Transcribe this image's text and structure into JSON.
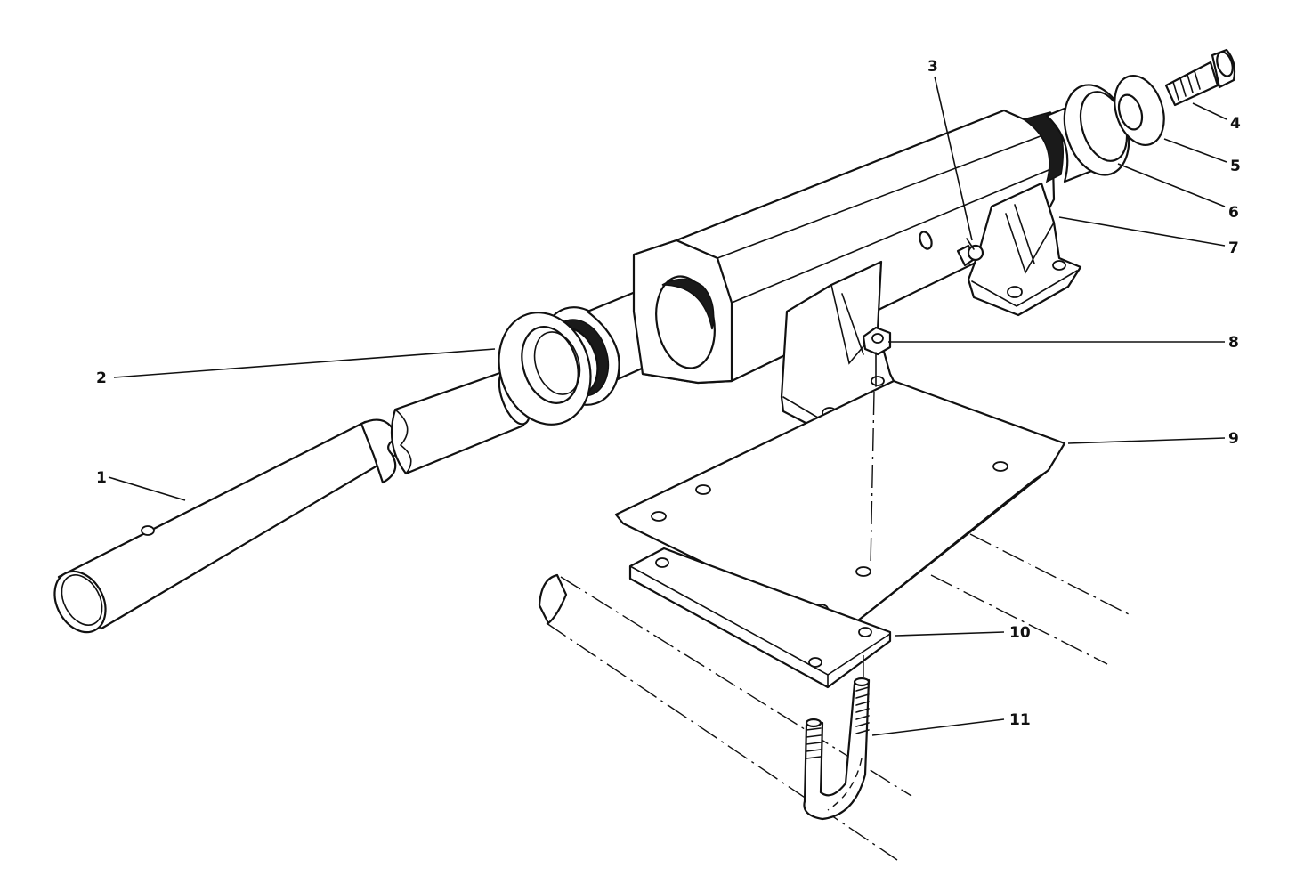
{
  "callouts": [
    {
      "id": "1",
      "text": "1"
    },
    {
      "id": "2",
      "text": "2"
    },
    {
      "id": "3",
      "text": "3"
    },
    {
      "id": "4",
      "text": "4"
    },
    {
      "id": "5",
      "text": "5"
    },
    {
      "id": "6",
      "text": "6"
    },
    {
      "id": "7",
      "text": "7"
    },
    {
      "id": "8",
      "text": "8"
    },
    {
      "id": "9",
      "text": "9"
    },
    {
      "id": "10",
      "text": "10"
    },
    {
      "id": "11",
      "text": "11"
    }
  ],
  "colors": {
    "ink": "#111111",
    "paper": "#ffffff"
  }
}
